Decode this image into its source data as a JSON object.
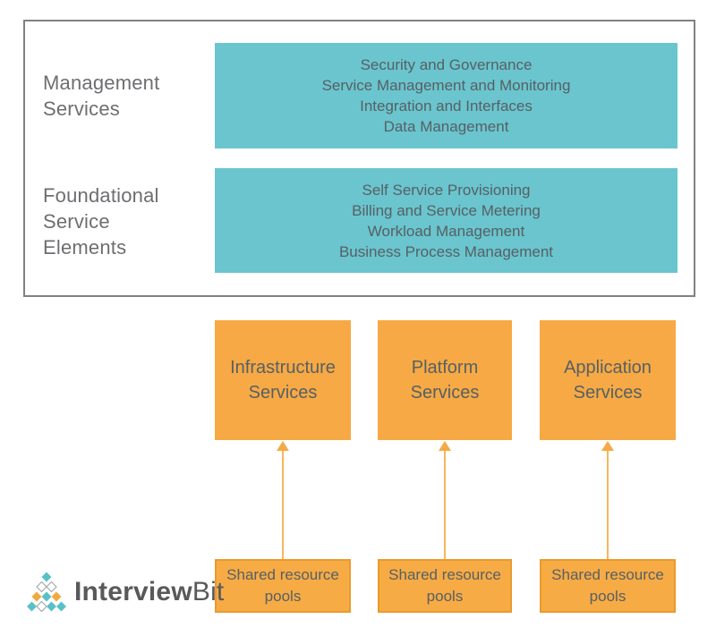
{
  "colors": {
    "teal_box": "#6ac5ce",
    "orange_box": "#f6a944",
    "pool_fill": "#f7ab45",
    "pool_border": "#e89b2d",
    "arrow_line": "#f9b55c",
    "arrow_head": "#f6a944",
    "box_text": "#576064",
    "label_text": "#6d6e71",
    "frame_border": "#7f8284",
    "logo_text": "#58595b",
    "logo_teal": "#5ac0c7",
    "logo_orange": "#f2a83d",
    "logo_white_stroke": "#9ba1a4"
  },
  "frame": {
    "management_label": {
      "lines": [
        "Management",
        "Services"
      ]
    },
    "foundational_label": {
      "lines": [
        "Foundational",
        "Service",
        "Elements"
      ]
    },
    "management_box": {
      "lines": [
        "Security and Governance",
        "Service Management and Monitoring",
        "Integration and Interfaces",
        "Data Management"
      ]
    },
    "foundational_box": {
      "lines": [
        "Self Service Provisioning",
        "Billing and Service Metering",
        "Workload Management",
        "Business Process Management"
      ]
    }
  },
  "columns": [
    {
      "service": {
        "line1": "Infrastructure",
        "line2": "Services"
      },
      "pool": {
        "line1": "Shared resource",
        "line2": "pools"
      }
    },
    {
      "service": {
        "line1": "Platform",
        "line2": "Services"
      },
      "pool": {
        "line1": "Shared resource",
        "line2": "pools"
      }
    },
    {
      "service": {
        "line1": "Application",
        "line2": "Services"
      },
      "pool": {
        "line1": "Shared resource",
        "line2": "pools"
      }
    }
  ],
  "logo": {
    "brand_bold": "Interview",
    "brand_light": "Bit",
    "pyramid": [
      [
        "teal"
      ],
      [
        "white",
        "white"
      ],
      [
        "orange",
        "teal",
        "orange"
      ],
      [
        "teal",
        "white",
        "teal",
        "teal"
      ]
    ]
  }
}
